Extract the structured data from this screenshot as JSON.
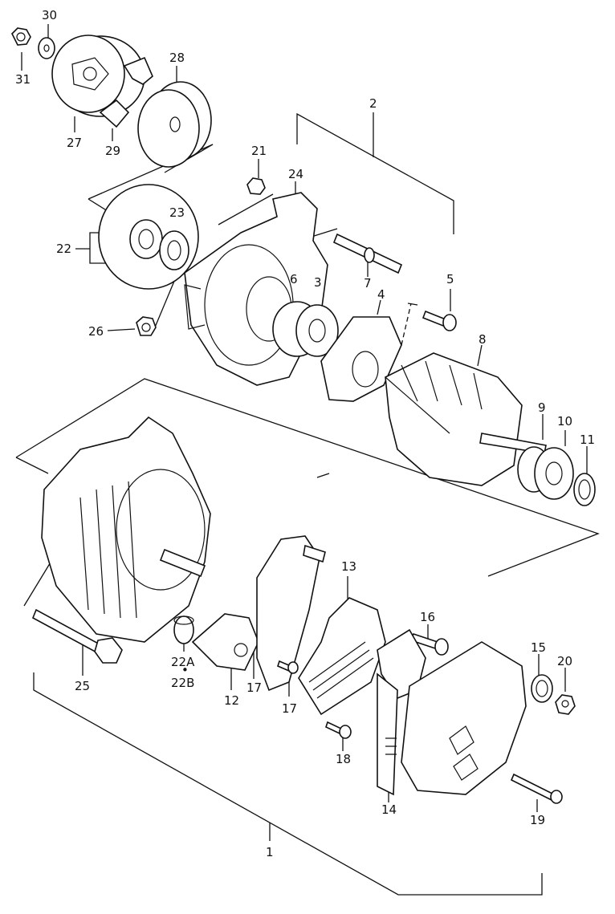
{
  "labels": {
    "p1": "1",
    "p2": "2",
    "p3": "3",
    "p4": "4",
    "p5": "5",
    "p6": "6",
    "p7": "7",
    "p8": "8",
    "p9": "9",
    "p10": "10",
    "p11": "11",
    "p12": "12",
    "p13": "13",
    "p14": "14",
    "p15": "15",
    "p16": "16",
    "p17a": "17",
    "p17b": "17",
    "p18": "18",
    "p19": "19",
    "p20": "20",
    "p21": "21",
    "p22": "22",
    "p22A": "22A",
    "p22B": "22B",
    "p23": "23",
    "p24": "24",
    "p25": "25",
    "p26": "26",
    "p27": "27",
    "p28": "28",
    "p29": "29",
    "p30": "30",
    "p31": "31"
  }
}
